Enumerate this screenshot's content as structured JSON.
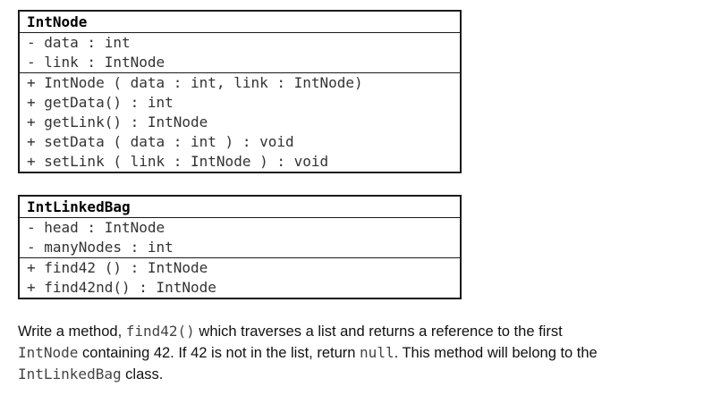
{
  "intnode": {
    "name": "IntNode",
    "attributes": [
      "- data : int",
      "- link : IntNode"
    ],
    "methods": [
      "+ IntNode ( data : int, link : IntNode)",
      "+ getData() : int",
      "+ getLink() : IntNode",
      "+ setData ( data : int ) : void",
      "+ setLink ( link : IntNode ) : void"
    ]
  },
  "intlinkedbag": {
    "name": "IntLinkedBag",
    "attributes": [
      "- head : IntNode",
      "- manyNodes : int"
    ],
    "methods": [
      "+ find42 () : IntNode",
      "+ find42nd() : IntNode"
    ]
  },
  "prompt": {
    "t1": "Write a method, ",
    "c1": "find42()",
    "t2": " which traverses a list and returns a reference to the first",
    "c2": "IntNode",
    "t3": " containing 42.  If 42 is not in the list, return ",
    "c3": "null",
    "t4": ".  This method will belong to the",
    "c4": "IntLinkedBag",
    "t5": " class."
  }
}
